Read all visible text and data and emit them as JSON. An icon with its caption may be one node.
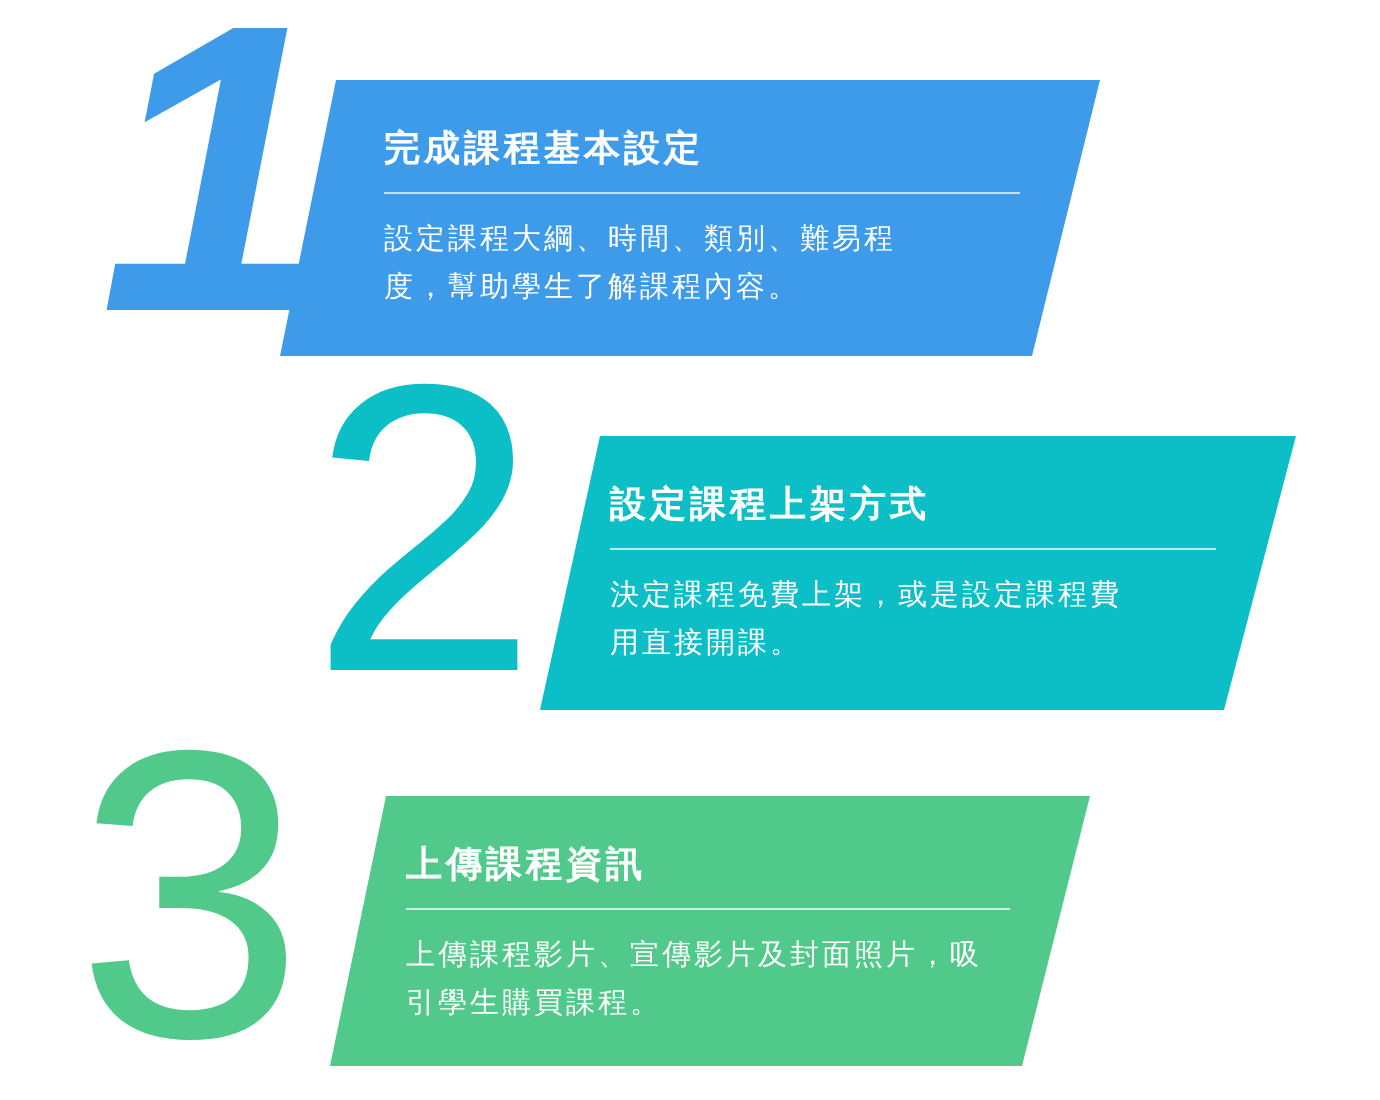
{
  "diagram": {
    "nodes": [
      {
        "text": [
          "完成課程基本設定",
          "設定課程大綱、時間、類別、難易程度，幫助學生了解課程內容。"
        ]
      },
      {
        "text": [
          "設定課程上架方式",
          "決定課程免費上架，或是設定課程費用直接開課。"
        ]
      },
      {
        "text": [
          "上傳課程資訊",
          "上傳課程影片、宣傳影片及封面照片，吸引學生購買課程。"
        ]
      }
    ],
    "labels": [
      "1",
      "2",
      "3"
    ]
  }
}
